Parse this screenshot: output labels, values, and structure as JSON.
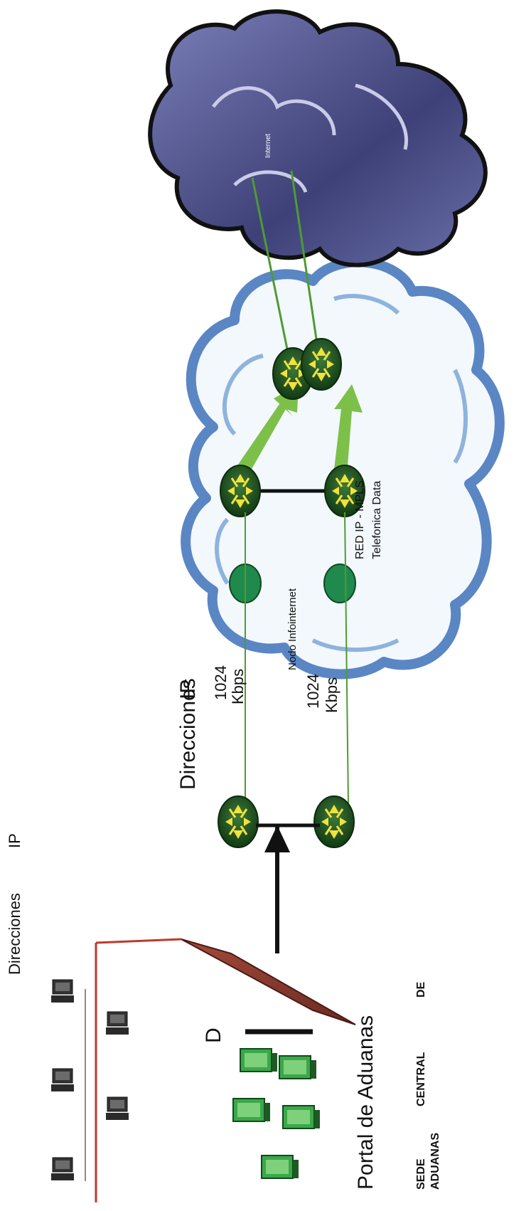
{
  "labels": {
    "top_direcciones": "Direcciones",
    "top_ip": "IP",
    "mid_direcciones": "Direcciones",
    "mid_ip": "IP",
    "link1_rate": "1024",
    "link1_unit": "Kbps",
    "link2_rate": "1024",
    "link2_unit": "Kbps",
    "nodo": "Nodo Infointernet",
    "red_line1": "RED IP - MPLS",
    "red_line2": "Telefonica Data",
    "internet": "Internet",
    "letter_d": "D",
    "portal": "Portal de Aduanas",
    "sede": "SEDE",
    "central": "CENTRAL",
    "de": "DE",
    "aduanas": "ADUANAS"
  },
  "colors": {
    "router_fill": "#1e4f1e",
    "router_arrows": "#f2e23a",
    "cloud_outline": "#5a86c4",
    "storm_cloud": "#4a4d86",
    "link_green": "#4f9a34",
    "firewall": "#8a3a2e",
    "node_green": "#1f8a4c"
  }
}
